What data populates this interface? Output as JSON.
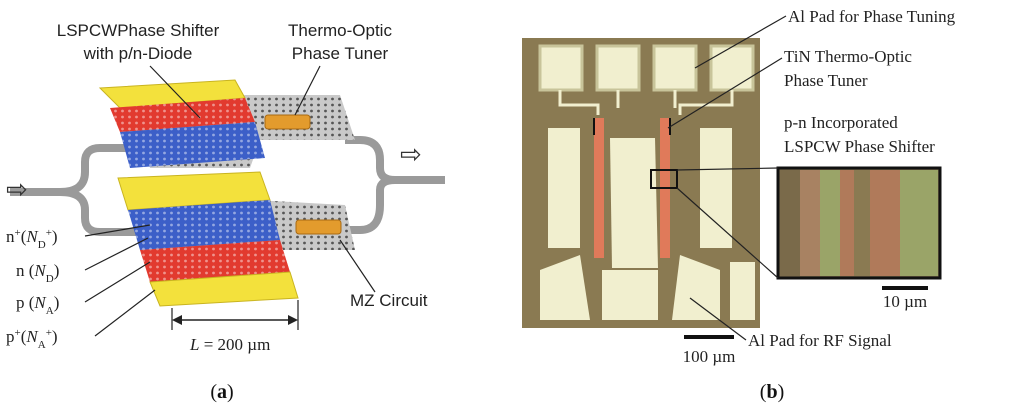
{
  "panel_a": {
    "caption_open": "(",
    "caption_letter": "a",
    "caption_close": ")",
    "label_phase_shifter_line1": "LSPCWPhase Shifter",
    "label_phase_shifter_line2": "with p/n-Diode",
    "label_tuner_line1": "Thermo-Optic",
    "label_tuner_line2": "Phase Tuner",
    "label_mz": "MZ Circuit",
    "doping_labels": [
      {
        "main": "n",
        "sup": "+",
        "open": "(",
        "N": "N",
        "sub": "D",
        "sup2": "+",
        "close": ")"
      },
      {
        "main": "n",
        "sup": "",
        "open": " (",
        "N": "N",
        "sub": "D",
        "sup2": "",
        "close": ")"
      },
      {
        "main": "p",
        "sup": "",
        "open": " (",
        "N": "N",
        "sub": "A",
        "sup2": "",
        "close": ")"
      },
      {
        "main": "p",
        "sup": "+",
        "open": "(",
        "N": "N",
        "sub": "A",
        "sup2": "+",
        "close": ")"
      }
    ],
    "length_var": "L",
    "length_value": " = 200 µm",
    "colors": {
      "yellow_pad": "#f3e13c",
      "p_doped": "#e23a2f",
      "n_doped": "#3c5fc8",
      "waveguide": "#b9b9b9",
      "tuner": "#e39b2d"
    }
  },
  "panel_b": {
    "caption_open": "(",
    "caption_letter": "b",
    "caption_close": ")",
    "label_al_pad_tuning": "Al Pad for Phase Tuning",
    "label_tin_line1": "TiN Thermo-Optic",
    "label_tin_line2": "Phase Tuner",
    "label_pn_line1": "p-n Incorporated",
    "label_pn_line2": "LSPCW Phase Shifter",
    "label_al_pad_rf": "Al Pad for RF Signal",
    "scale_large": "100 µm",
    "scale_small": "10 µm",
    "colors": {
      "substrate": "#8a7a52",
      "pad": "#f1efcf",
      "heater": "#e07a5a"
    }
  }
}
